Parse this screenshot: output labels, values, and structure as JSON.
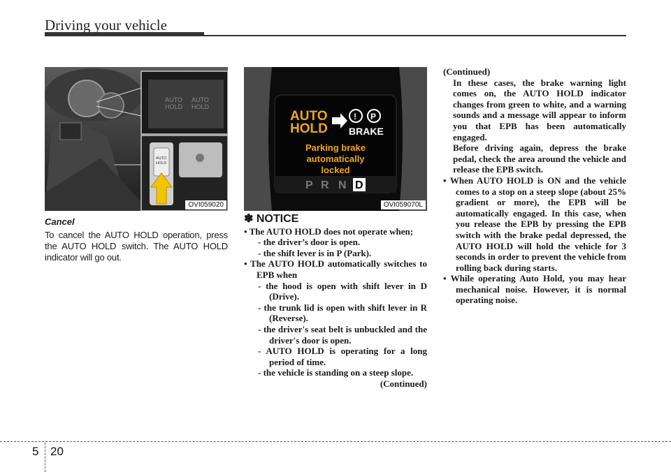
{
  "header": {
    "title": "Driving your vehicle"
  },
  "photos": {
    "left": {
      "code": "OVI059020",
      "switch_label_1": "AUTO",
      "switch_label_2": "HOLD",
      "cluster_1": "AUTO",
      "cluster_2": "AUTO",
      "cluster_3": "HOLD",
      "cluster_4": "HOLD"
    },
    "right": {
      "code": "OVI059070L",
      "auto": "AUTO",
      "hold": "HOLD",
      "brake": "BRAKE",
      "msg_1": "Parking brake",
      "msg_2": "automatically",
      "msg_3": "locked",
      "gear_p": "P",
      "gear_r": "R",
      "gear_n": "N",
      "gear_d": "D"
    }
  },
  "left": {
    "heading": "Cancel",
    "text": "To cancel the AUTO HOLD operation, press the AUTO HOLD switch. The AUTO HOLD indicator will go out."
  },
  "middle": {
    "notice_title": "✽ NOTICE",
    "b1": "• The AUTO HOLD does not operate when;",
    "b1_d1": "- the driver’s door is open.",
    "b1_d2": "- the shift lever is in P (Park).",
    "b2": "• The AUTO HOLD automatically switches to EPB when",
    "b2_d1": "- the hood is open with shift lever in D (Drive).",
    "b2_d2": "- the trunk lid is open with shift lever in R (Reverse).",
    "b2_d3": "- the driver's seat belt is unbuckled and the driver's door is open.",
    "b2_d4": "- AUTO HOLD is operating for a long period of time.",
    "b2_d5": "- the vehicle is standing on a steep slope.",
    "continued": "(Continued)"
  },
  "right": {
    "continued": "(Continued)",
    "p1": "In these cases, the brake warning light comes on, the AUTO HOLD indicator changes from green to white, and a warning sounds and a message will appear to inform you that EPB has been automatically engaged.",
    "p2": "Before driving again, depress the brake pedal, check the area around the vehicle and release the EPB switch.",
    "b1": "• When AUTO HOLD is ON and the vehicle comes to a stop on a steep slope (about 25% gradient or more), the EPB will be automatically engaged. In this case, when you release the EPB by pressing the EPB switch with the brake pedal depressed, the AUTO HOLD will hold the vehicle for 3 seconds in order to prevent the vehicle from rolling back during starts.",
    "b2": "• While operating Auto Hold, you may hear mechanical noise. However, it is normal operating noise."
  },
  "footer": {
    "chapter": "5",
    "page": "20"
  }
}
